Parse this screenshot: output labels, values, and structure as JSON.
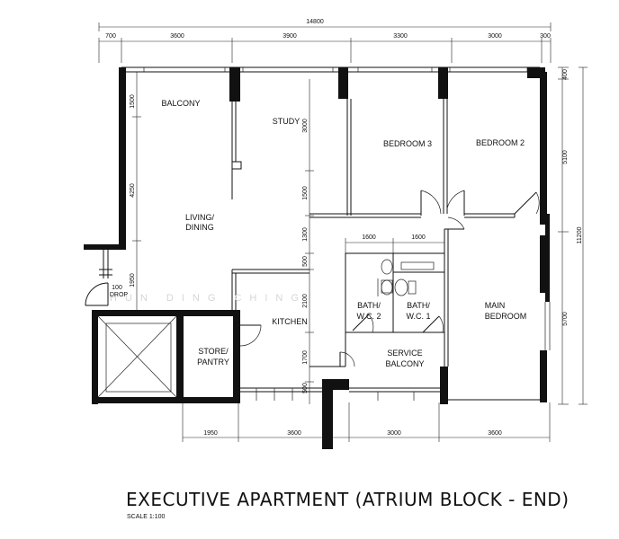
{
  "title": "EXECUTIVE APARTMENT (ATRIUM BLOCK - END)",
  "scale": "SCALE 1:100",
  "watermark": "HUN DING CHING",
  "rooms": {
    "balcony": "BALCONY",
    "study": "STUDY",
    "bedroom3": "BEDROOM 3",
    "bedroom2": "BEDROOM 2",
    "living_line1": "LIVING/",
    "living_line2": "DINING",
    "kitchen": "KITCHEN",
    "store_line1": "STORE/",
    "store_line2": "PANTRY",
    "bath2_line1": "BATH/",
    "bath2_line2": "W.C. 2",
    "bath1_line1": "BATH/",
    "bath1_line2": "W.C. 1",
    "master_line1": "MAIN",
    "master_line2": "BEDROOM",
    "service_line1": "SERVICE",
    "service_line2": "BALCONY",
    "drop_line1": "100",
    "drop_line2": "DROP"
  },
  "dimensions": {
    "top_total": "14800",
    "top": [
      "700",
      "3600",
      "3900",
      "3300",
      "3000",
      "300"
    ],
    "bottom": [
      "1950",
      "3600",
      "3000",
      "3600"
    ],
    "right": [
      "400",
      "5100",
      "5700"
    ],
    "right_total": "11200",
    "left": [
      "1500",
      "4250",
      "1950"
    ],
    "inner_study": [
      "3000",
      "1500",
      "1300",
      "500",
      "2100",
      "1700",
      "500"
    ],
    "baths": [
      "1600",
      "1600"
    ]
  }
}
